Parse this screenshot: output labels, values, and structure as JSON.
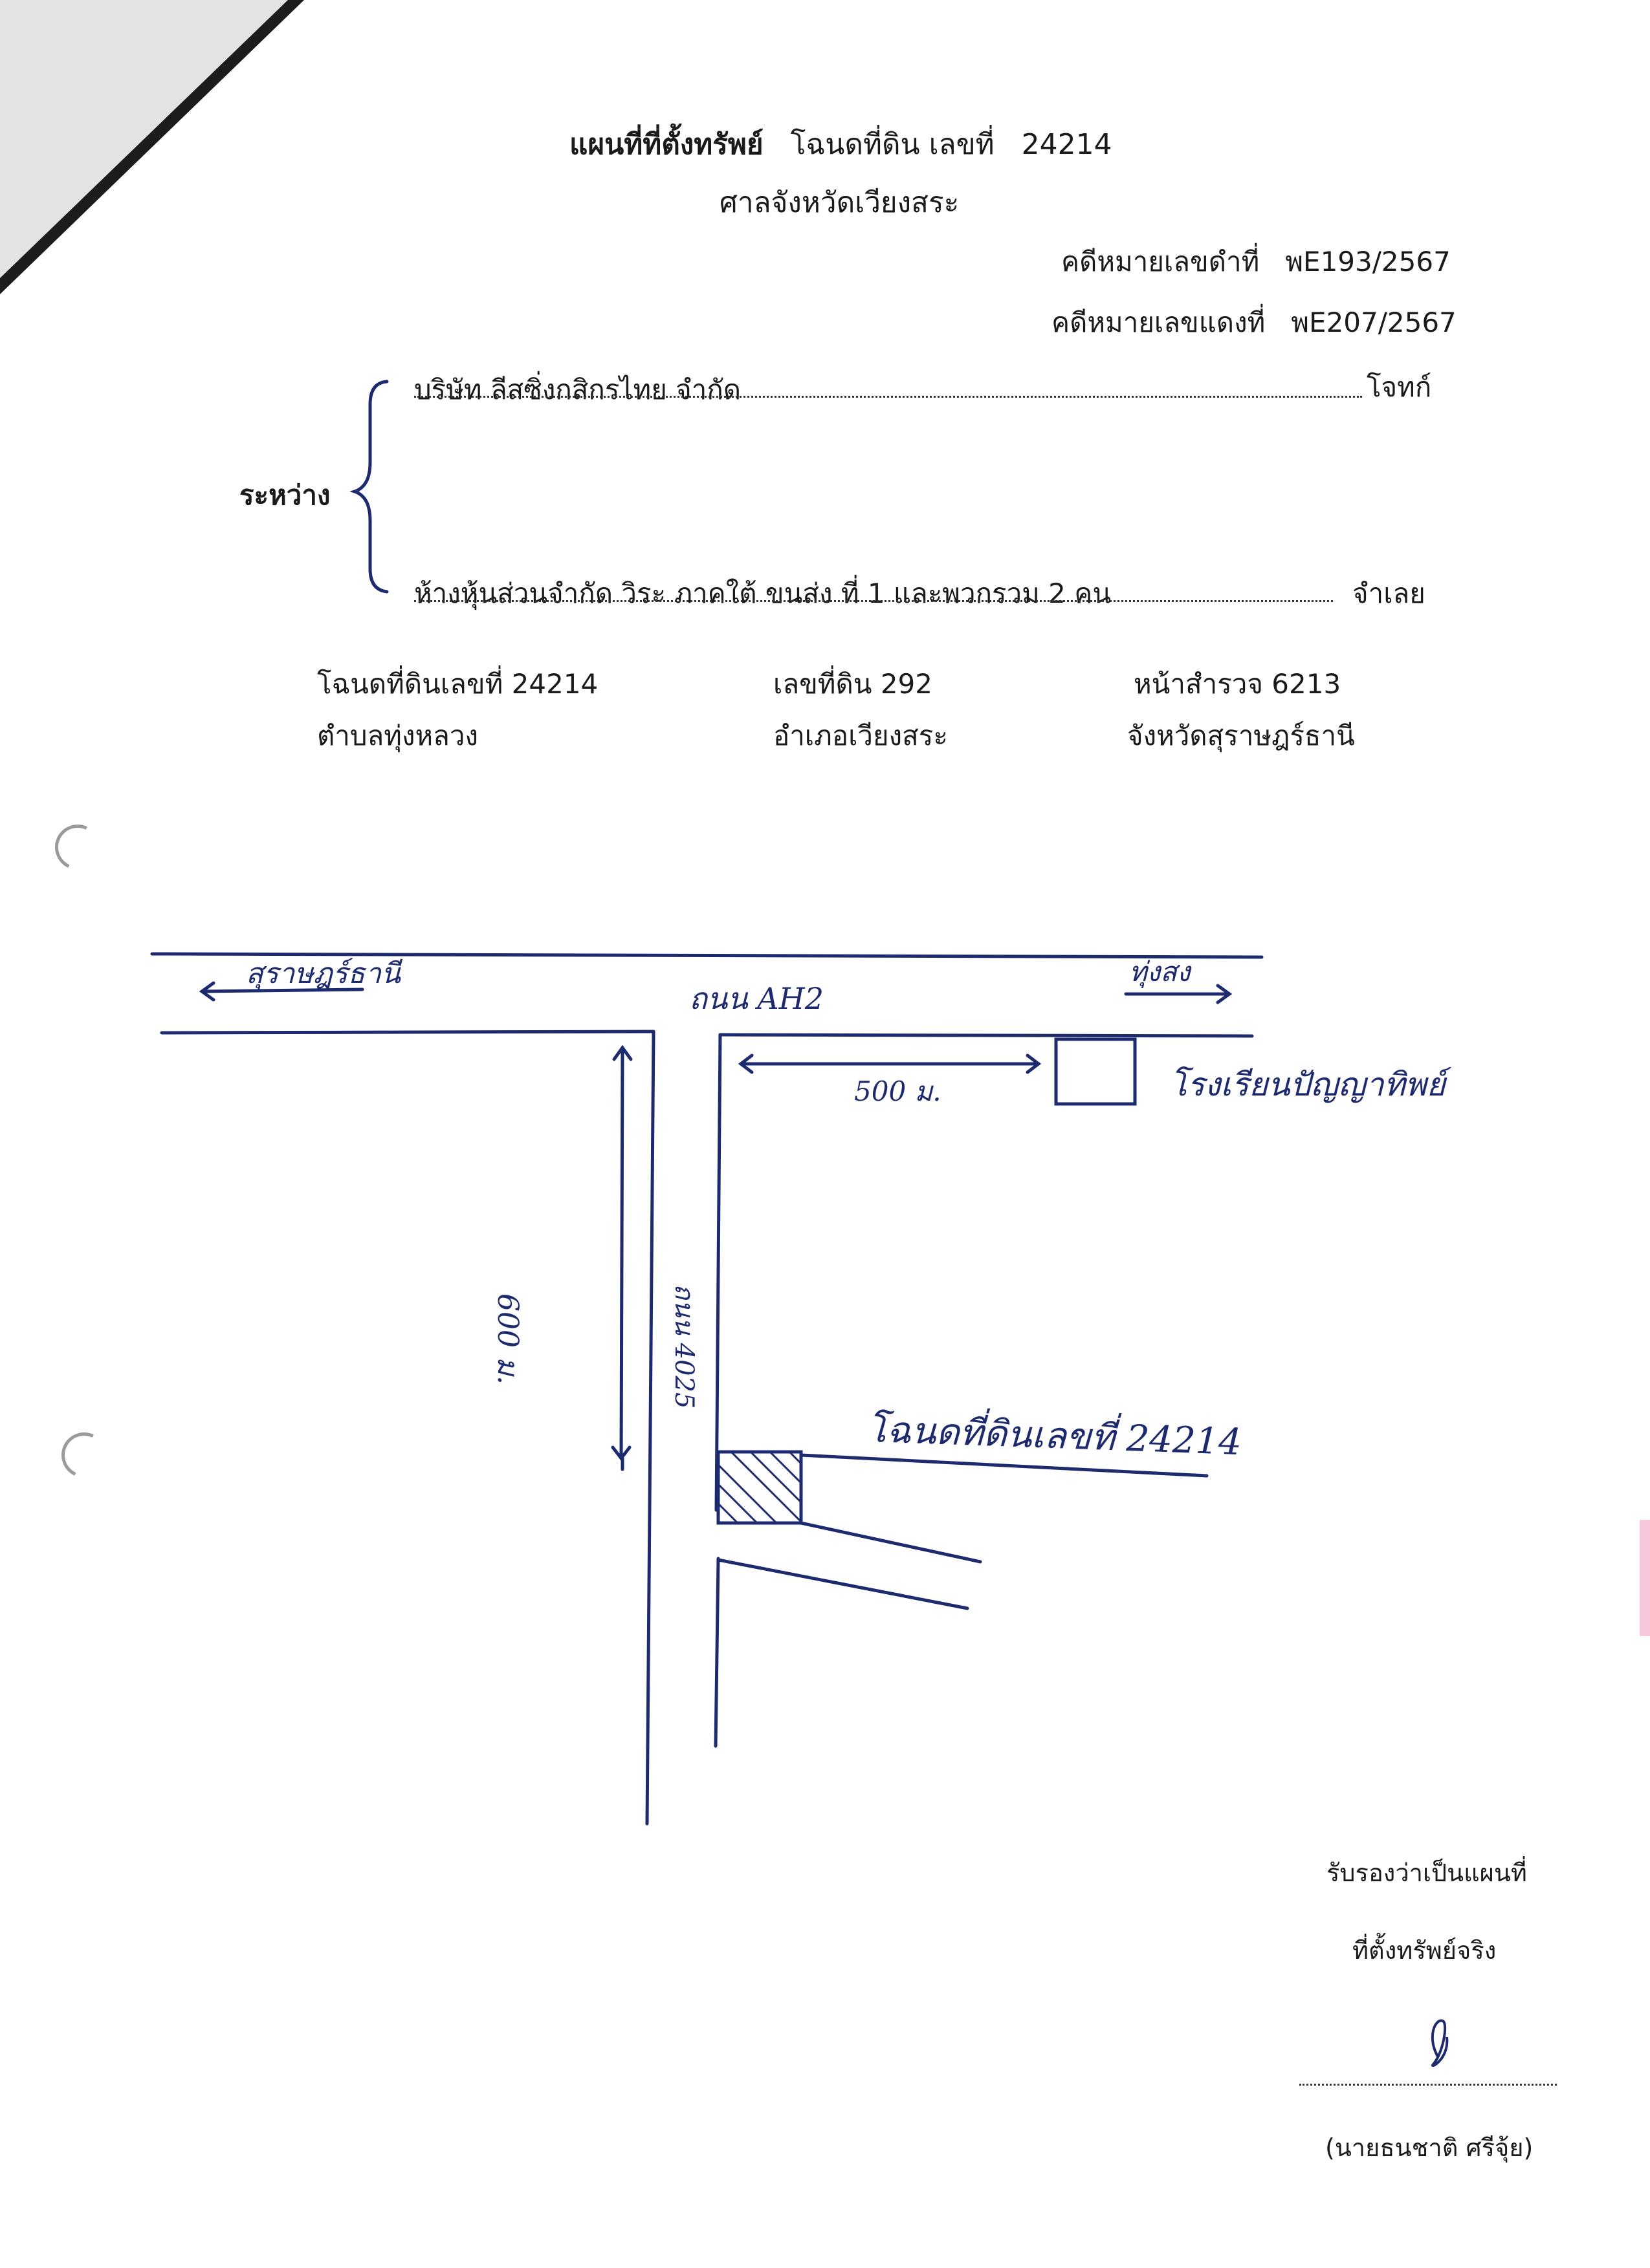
{
  "header": {
    "title_bold": "แผนที่ที่ตั้งทรัพย์",
    "title_deed": "โฉนดที่ดิน เลขที่",
    "title_deed_no": "24214",
    "court": "ศาลจังหวัดเวียงสระ",
    "black_case_label": "คดีหมายเลขดำที่",
    "black_case_no": "พE193/2567",
    "red_case_label": "คดีหมายเลขแดงที่",
    "red_case_no": "พE207/2567"
  },
  "parties": {
    "between": "ระหว่าง",
    "plaintiff_name": "บริษัท ลีสซิ่งกสิกรไทย จำกัด",
    "plaintiff_role": "โจทก์",
    "defendant_name": "ห้างหุ้นส่วนจำกัด วิระ ภาคใต้ ขนส่ง ที่ 1  และพวกรวม 2 คน",
    "defendant_role": "จำเลย"
  },
  "property": {
    "deed_label": "โฉนดที่ดินเลขที่  24214",
    "land_no": "เลขที่ดิน  292",
    "survey_page": "หน้าสำรวจ 6213",
    "subdistrict": "ตำบลทุ่งหลวง",
    "district": "อำเภอเวียงสระ",
    "province": "จังหวัดสุราษฎร์ธานี"
  },
  "map": {
    "left_direction": "สุราษฎร์ธานี",
    "right_direction": "ทุ่งสง",
    "main_road": "ถนน AH2",
    "school_distance": "500 ม.",
    "school": "โรงเรียนปัญญาทิพย์",
    "vertical_distance": "600 ม.",
    "side_road": "ถนน 4025",
    "parcel_label": "โฉนดที่ดินเลขที่ 24214"
  },
  "certification": {
    "line1": "รับรองว่าเป็นแผนที่",
    "line2": "ที่ตั้งทรัพย์จริง",
    "signer": "(นายธนชาติ  ศรีจุ้ย)"
  }
}
